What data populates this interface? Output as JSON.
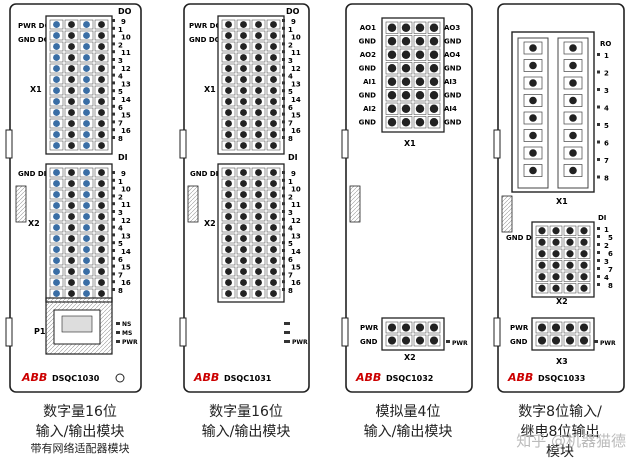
{
  "modules": [
    {
      "model": "DSQC1030",
      "brand": "ABB",
      "top_label": "DO",
      "mid_label": "DI",
      "left_pwr": "PWR DO",
      "left_gnd": "GND DO",
      "left_gnd_di": "GND DI",
      "x1": "X1",
      "x2": "X2",
      "p1": "P1",
      "ns": "NS",
      "ms": "MS",
      "pwr": "PWR",
      "numbers": [
        "9",
        "1",
        "10",
        "2",
        "11",
        "3",
        "12",
        "4",
        "13",
        "5",
        "14",
        "6",
        "15",
        "7",
        "16",
        "8"
      ],
      "caption": [
        "数字量16位",
        "输入/输出模块",
        "带有网络适配器模块"
      ]
    },
    {
      "model": "DSQC1031",
      "brand": "ABB",
      "top_label": "DO",
      "mid_label": "DI",
      "left_pwr": "PWR DO",
      "left_gnd": "GND DO",
      "left_gnd_di": "GND DI",
      "x1": "X1",
      "x2": "X2",
      "pwr": "PWR",
      "numbers": [
        "9",
        "1",
        "10",
        "2",
        "11",
        "3",
        "12",
        "4",
        "13",
        "5",
        "14",
        "6",
        "15",
        "7",
        "16",
        "8"
      ],
      "caption": [
        "数字量16位",
        "输入/输出模块"
      ]
    },
    {
      "model": "DSQC1032",
      "brand": "ABB",
      "left_labels": [
        "AO1",
        "GND",
        "AO2",
        "GND",
        "AI1",
        "GND",
        "AI2",
        "GND"
      ],
      "right_labels": [
        "AO3",
        "GND",
        "AO4",
        "GND",
        "AI3",
        "GND",
        "AI4",
        "GND"
      ],
      "x1": "X1",
      "x2": "X2",
      "pwr_left": "PWR",
      "gnd_left": "GND",
      "pwr": "PWR",
      "caption": [
        "模拟量4位",
        "输入/输出模块"
      ]
    },
    {
      "model": "DSQC1033",
      "brand": "ABB",
      "ro": "RO",
      "ro_numbers": [
        "1",
        "2",
        "3",
        "4",
        "5",
        "6",
        "7",
        "8"
      ],
      "di": "DI",
      "di_numbers": [
        "1",
        "5",
        "2",
        "6",
        "3",
        "7",
        "4",
        "8"
      ],
      "gnd_di": "GND DI",
      "x1": "X1",
      "x2": "X2",
      "x3": "X3",
      "pwr_left": "PWR",
      "gnd_left": "GND",
      "pwr": "PWR",
      "caption": [
        "数字8位输入/",
        "继电8位输出",
        "模块"
      ]
    }
  ],
  "watermark": "知乎 @机器猫德"
}
